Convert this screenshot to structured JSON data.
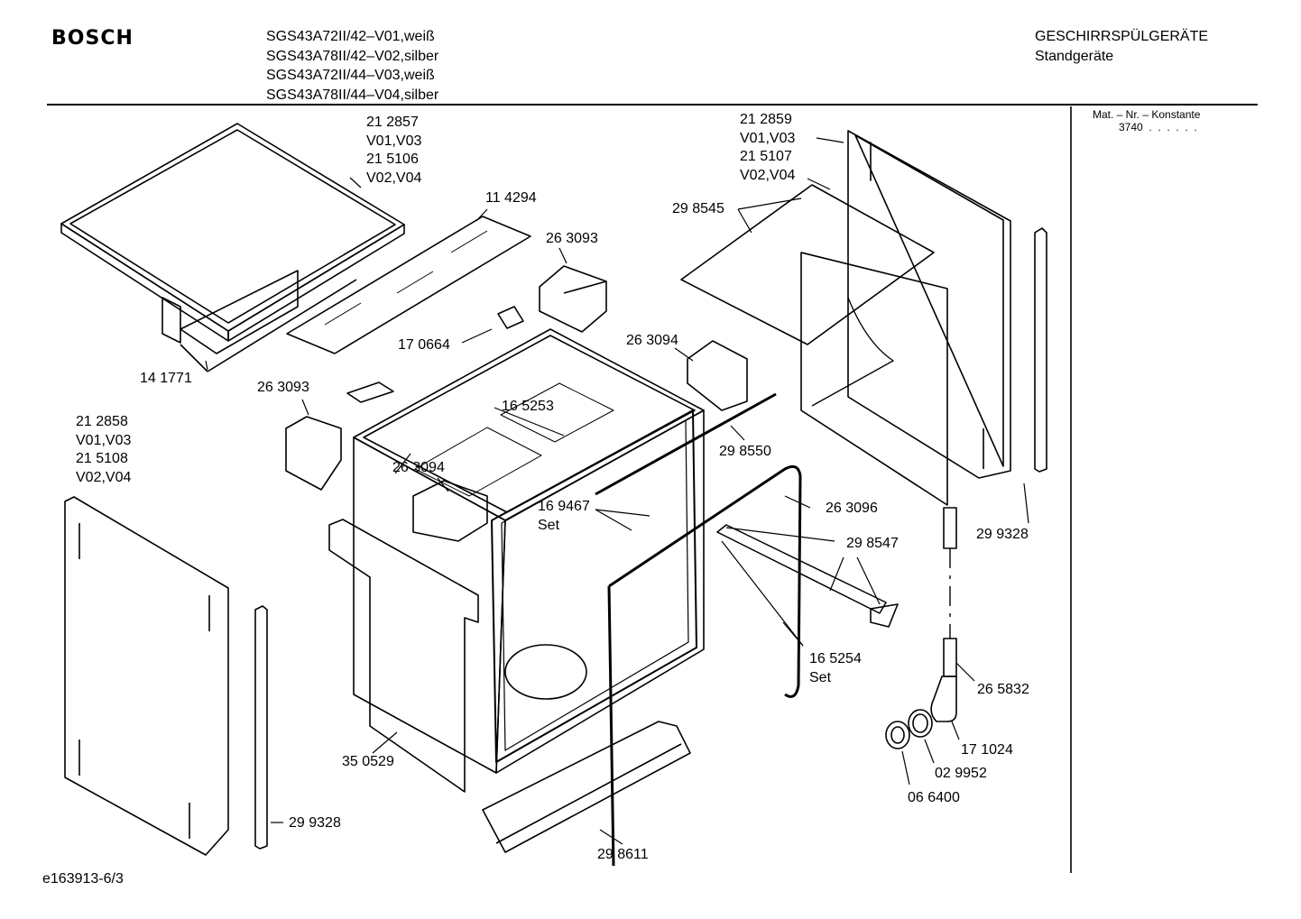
{
  "header": {
    "brand": "BOSCH",
    "models": [
      "SGS43A72II/42–V01,weiß",
      "SGS43A78II/42–V02,silber",
      "SGS43A72II/44–V03,weiß",
      "SGS43A78II/44–V04,silber"
    ],
    "category": "GESCHIRRSPÜLGERÄTE",
    "subcategory": "Standgeräte"
  },
  "side_panel": {
    "title": "Mat. – Nr. – Konstante",
    "value": "3740  .  .  .  .  .  ."
  },
  "footer": {
    "doc_id": "e163913-6/3"
  },
  "parts": {
    "top_cover": [
      "21 2857",
      "V01,V03",
      "21 5106",
      "V02,V04"
    ],
    "right_panel": [
      "21 2859",
      "V01,V03",
      "21 5107",
      "V02,V04"
    ],
    "left_panel": [
      "21 2858",
      "V01,V03",
      "21 5108",
      "V02,V04"
    ],
    "seal_sheet": "11 4294",
    "bracket_top": "26 3093",
    "bracket_left": "26 3093",
    "hinge": "17 0664",
    "top_base": "14 1771",
    "insulation": "29 8545",
    "clip_right": "26 3094",
    "clip_left": "26 3094",
    "rail_top": "16 5253",
    "strip": "29 8550",
    "valve": [
      "16 9467",
      "Set"
    ],
    "door_seal": "26 3096",
    "side_strip_right": "29 9328",
    "rail_arm": "29 8547",
    "rail_set": [
      "16 5254",
      "Set"
    ],
    "hose": "26 5832",
    "elbow": "17 1024",
    "nut": "02 9952",
    "cap": "06 6400",
    "front_panel": "35 0529",
    "side_strip_left": "29 9328",
    "plinth": "29 8611"
  }
}
